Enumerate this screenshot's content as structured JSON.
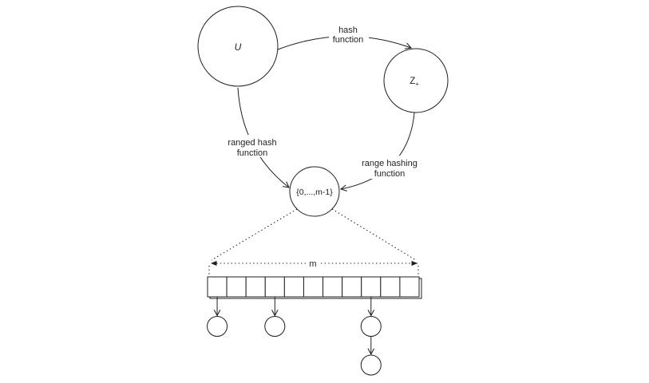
{
  "diagram": {
    "nodes": {
      "universe": {
        "label": "U"
      },
      "integers": {
        "label": "Z",
        "subscript": "+"
      },
      "range_set": {
        "label": "{0,...,m-1}"
      }
    },
    "edges": {
      "hash": {
        "lines": [
          "hash",
          "function"
        ]
      },
      "ranged_hash": {
        "lines": [
          "ranged hash",
          "function"
        ]
      },
      "range_hashing": {
        "lines": [
          "range hashing",
          "function"
        ]
      }
    },
    "bucket_array": {
      "cell_count": 11,
      "measure_label": "m",
      "chains": [
        {
          "cell_index": 1,
          "node_count": 1
        },
        {
          "cell_index": 4,
          "node_count": 1
        },
        {
          "cell_index": 9,
          "node_count": 2
        }
      ]
    },
    "colors": {
      "stroke": "#1f1f1f",
      "background": "#ffffff"
    }
  }
}
